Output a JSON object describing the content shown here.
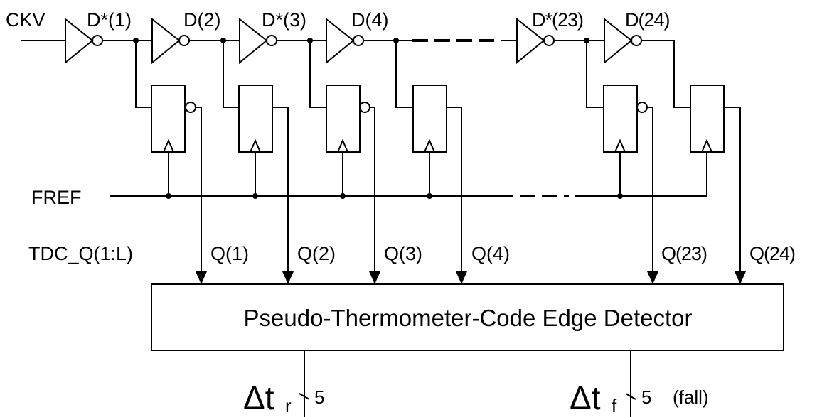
{
  "diagram": {
    "title": "Time-to-Digital Converter delay line with pseudo-thermometer-code edge detector",
    "inputs": {
      "clock_variable": "CKV",
      "reference": "FREF",
      "bus_label": "TDC_Q(1:L)"
    },
    "stages": [
      {
        "delay_label": "D*(1)",
        "output_label": "Q(1)",
        "inverted_output": true
      },
      {
        "delay_label": "D(2)",
        "output_label": "Q(2)",
        "inverted_output": false
      },
      {
        "delay_label": "D*(3)",
        "output_label": "Q(3)",
        "inverted_output": true
      },
      {
        "delay_label": "D(4)",
        "output_label": "Q(4)",
        "inverted_output": false
      },
      {
        "delay_label": "D*(23)",
        "output_label": "Q(23)",
        "inverted_output": true
      },
      {
        "delay_label": "D(24)",
        "output_label": "Q(24)",
        "inverted_output": false
      }
    ],
    "detector": {
      "label": "Pseudo-Thermometer-Code Edge Detector"
    },
    "outputs": [
      {
        "symbol": "Δt",
        "subscript": "r",
        "width": "5",
        "note": ""
      },
      {
        "symbol": "Δt",
        "subscript": "f",
        "width": "5",
        "note": "(fall)"
      }
    ]
  }
}
